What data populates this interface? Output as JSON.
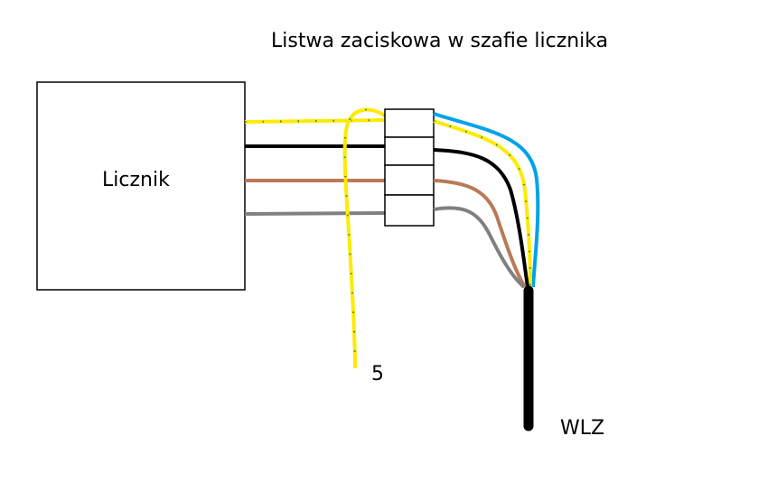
{
  "diagram": {
    "title": "Listwa zaciskowa w szafie licznika",
    "meter_label": "Licznik",
    "loose_wire_label": "5",
    "cable_label": "WLZ"
  },
  "colors": {
    "pe_yellow": "#ffea00",
    "pe_green_dots": "#2e8b57",
    "black": "#000000",
    "brown": "#b97a57",
    "gray": "#808080",
    "blue": "#00a2e8",
    "box_border": "#000000"
  },
  "terminal_block": {
    "terminal_count": 4
  }
}
